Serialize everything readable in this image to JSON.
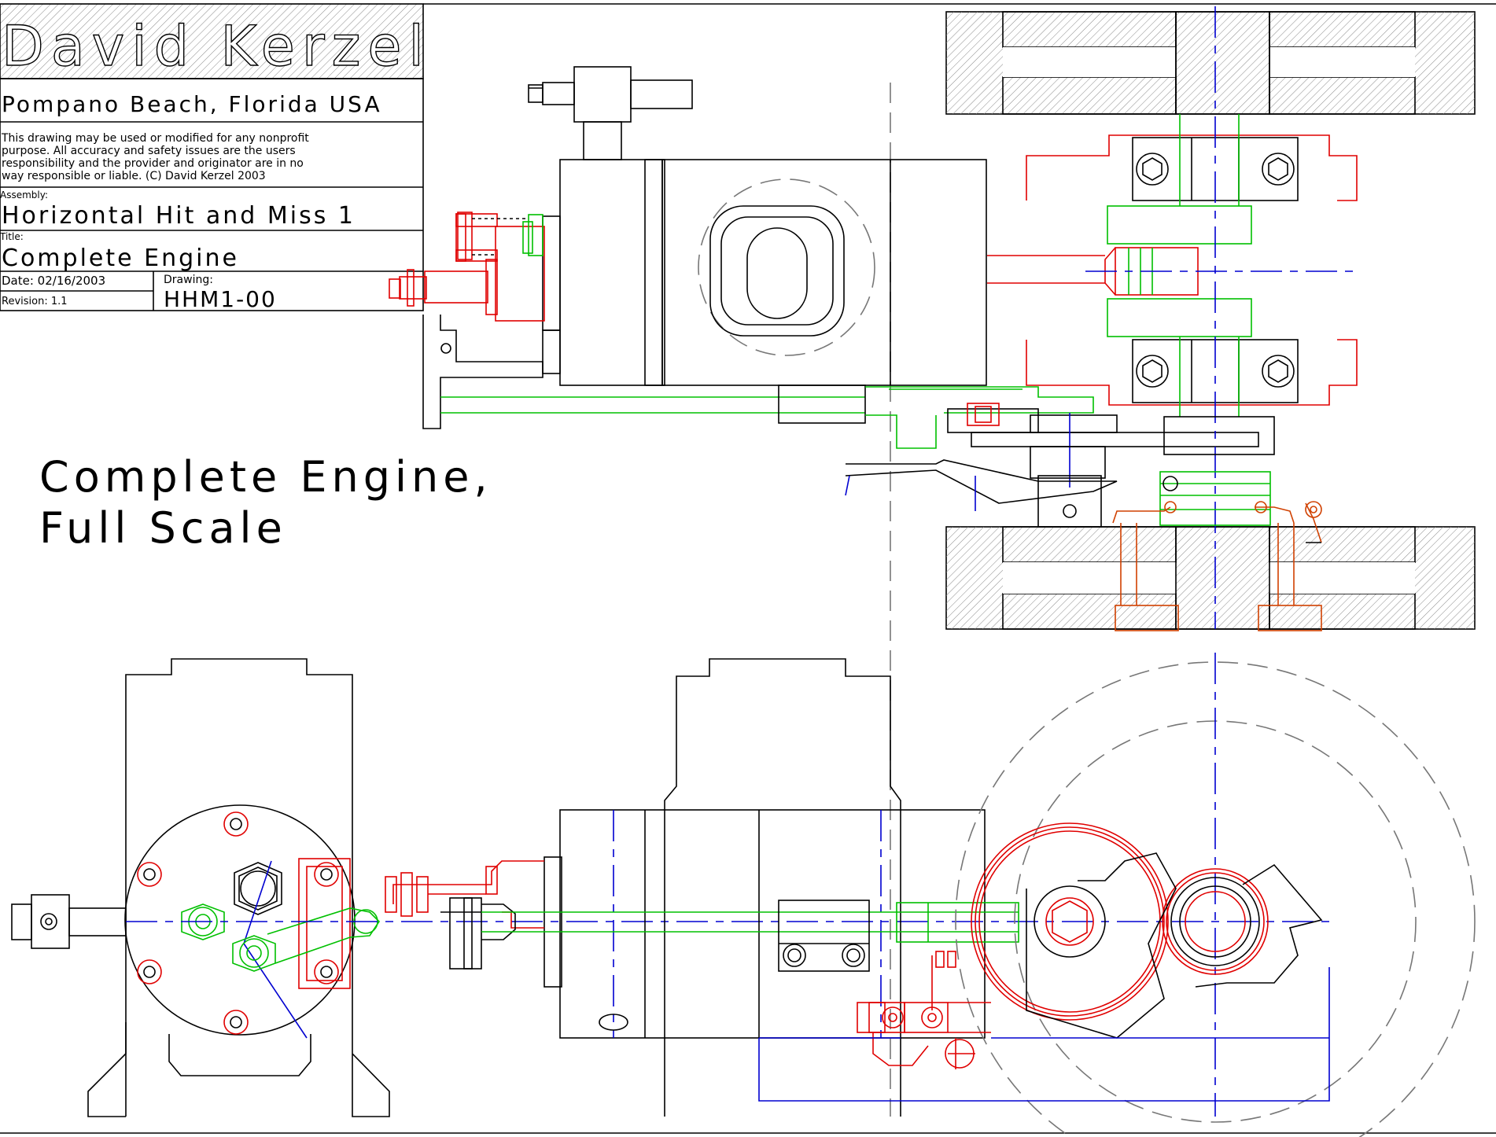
{
  "title_block": {
    "author": "David Kerzel",
    "location": "Pompano Beach, Florida USA",
    "notice_lines": [
      "This drawing may be used or modified for any nonprofit",
      "purpose.  All accuracy and safety issues are the users",
      "responsibility and the provider and originator are in no",
      "way responsible or liable. (C) David Kerzel 2003"
    ],
    "assembly_label": "Assembly:",
    "assembly": "Horizontal Hit and Miss 1",
    "title_label": "Title:",
    "title": "Complete Engine",
    "date": "Date: 02/16/2003",
    "revision": "Revision: 1.1",
    "drawing_label": "Drawing:",
    "drawing_number": "HHM1-00"
  },
  "view_caption": {
    "line1": "Complete Engine,",
    "line2": "Full Scale"
  },
  "line_colors": {
    "outline": "#000000",
    "red_parts": "#e00000",
    "green_parts": "#00c000",
    "center_lines": "#0000d0",
    "orange_parts": "#d04000",
    "hidden_lines": "#777777"
  }
}
